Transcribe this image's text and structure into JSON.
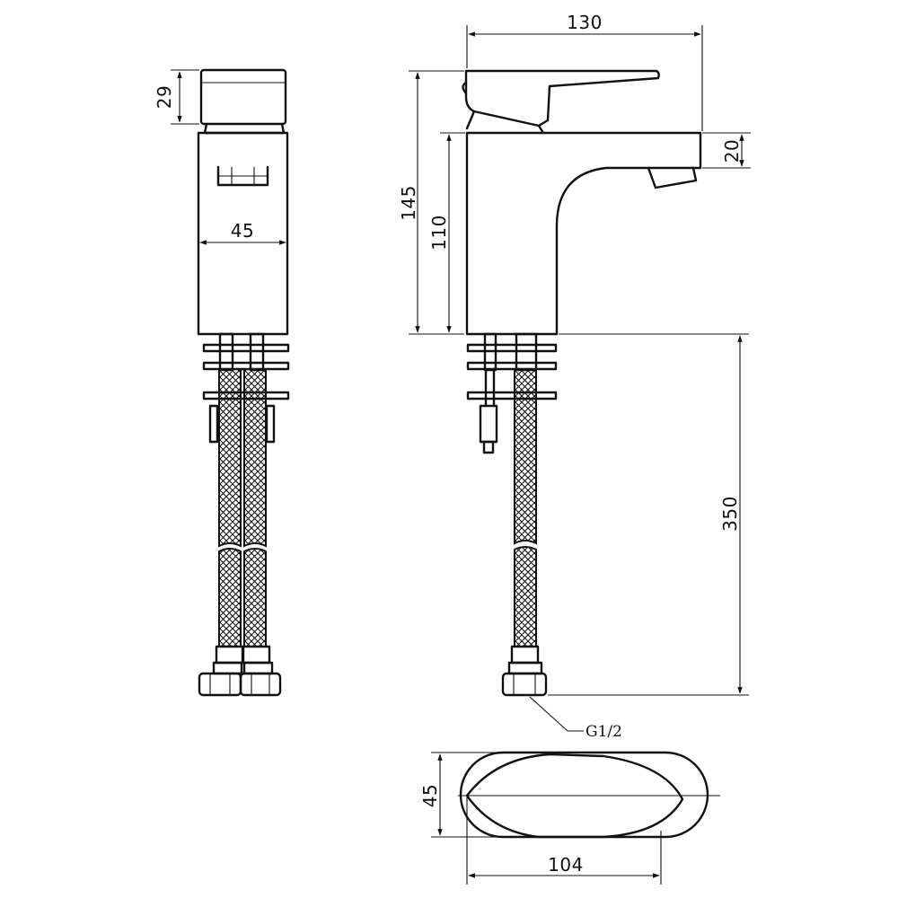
{
  "dimensions": {
    "handle_height": "29",
    "side_width": "45",
    "overall_length": "130",
    "overall_height": "145",
    "body_height": "110",
    "spout_height": "20",
    "hose_length": "350",
    "base_depth": "45",
    "base_length": "104"
  },
  "callouts": {
    "thread": "G1/2"
  },
  "colors": {
    "line": "#111111",
    "background": "#ffffff"
  }
}
